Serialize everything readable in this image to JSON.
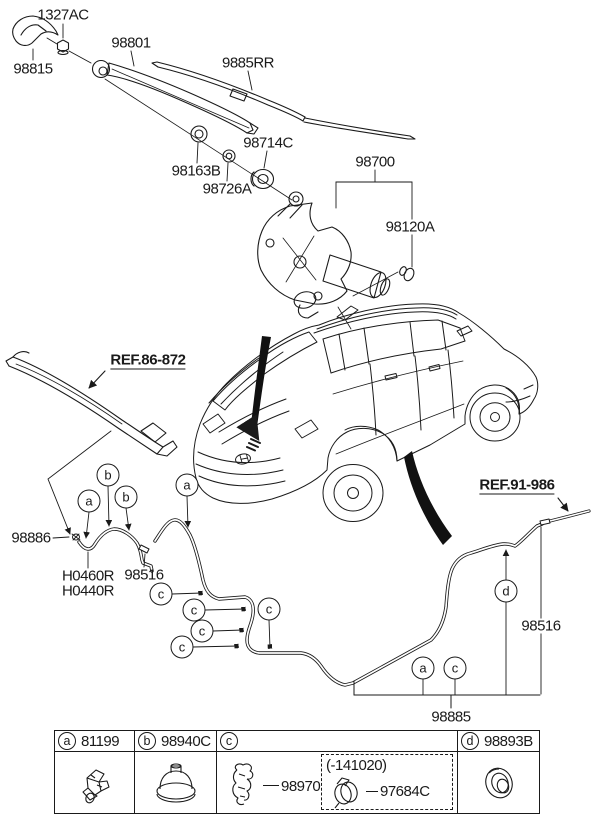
{
  "colors": {
    "line": "#1a1a1a",
    "background": "#ffffff"
  },
  "parts": {
    "p1327ac": "1327AC",
    "p98815": "98815",
    "p98801": "98801",
    "p9885rr": "9885RR",
    "p98714c": "98714C",
    "p98163b": "98163B",
    "p98726a": "98726A",
    "p98700": "98700",
    "p98120a": "98120A",
    "p98886": "98886",
    "ph0460r": "H0460R",
    "ph0440r": "H0440R",
    "p98516_left": "98516",
    "p98516_right": "98516",
    "p98885": "98885"
  },
  "refs": {
    "spoiler": "REF.86-872",
    "quarter_trim": "REF.91-986"
  },
  "callouts": {
    "a": "a",
    "b": "b",
    "c": "c",
    "d": "d"
  },
  "legend": {
    "col_a": {
      "letter": "a",
      "part": "81199"
    },
    "col_b": {
      "letter": "b",
      "part": "98940C"
    },
    "col_c": {
      "letter": "c",
      "part": "",
      "clip_part": "98970",
      "dashed_range": "(-141020)",
      "dashed_part": "97684C"
    },
    "col_d": {
      "letter": "d",
      "part": "98893B"
    }
  }
}
